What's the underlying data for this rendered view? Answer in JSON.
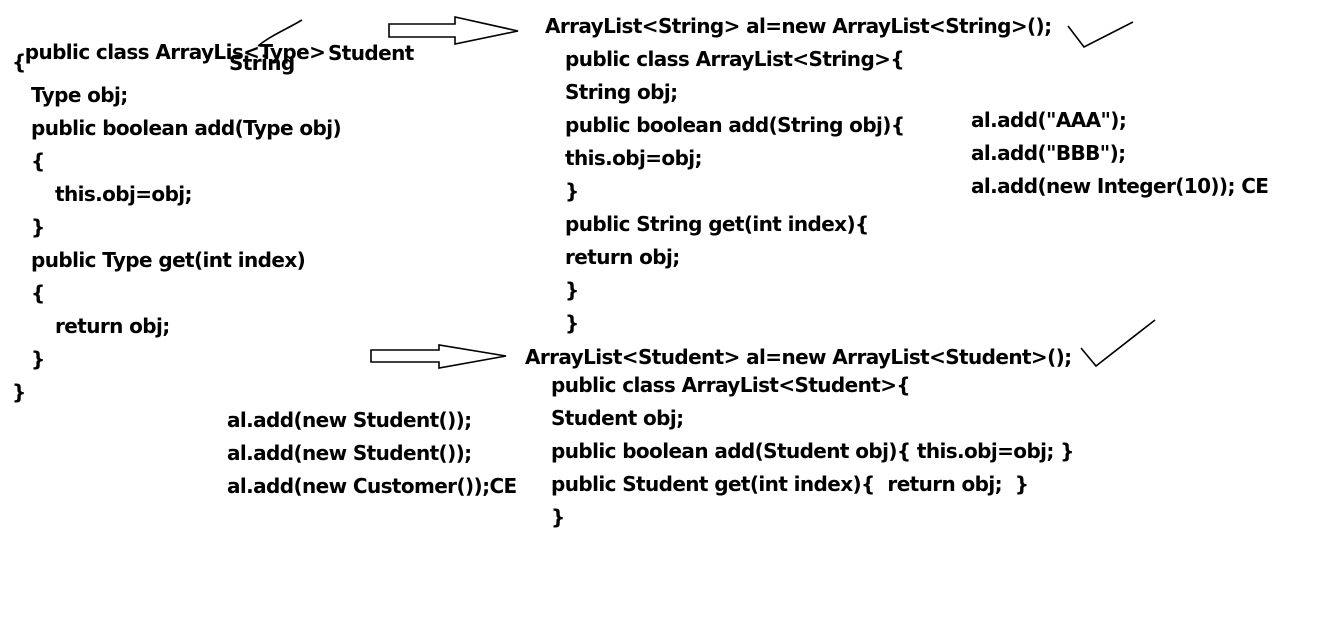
{
  "left_code": {
    "class_decl_prefix": "public class ArrayLis<",
    "type_param": "Type",
    "class_decl_suffix": ">",
    "brace_open": "{",
    "field": "Type obj;",
    "add_sig": "public boolean add(Type obj)",
    "add_open": "{",
    "add_body": "this.obj=obj;",
    "add_close": "}",
    "get_sig": "public Type get(int index)",
    "get_open": "{",
    "get_body": "return obj;",
    "get_close": "}",
    "brace_close": "}"
  },
  "substitutions": {
    "string": "String",
    "student": "Student"
  },
  "string_block": {
    "decl": "ArrayList<String> al=new ArrayList<String>();",
    "lines": [
      "public class ArrayList<String>{",
      "String obj;",
      "public boolean add(String obj){",
      "this.obj=obj;",
      "}",
      "public String get(int index){",
      "return obj;",
      "}",
      "}"
    ],
    "calls": [
      "al.add(\"AAA\");",
      "al.add(\"BBB\");",
      "al.add(new Integer(10)); CE"
    ]
  },
  "student_block": {
    "decl": "ArrayList<Student> al=new ArrayList<Student>();",
    "lines": [
      "public class ArrayList<Student>{",
      "Student obj;",
      "public boolean add(Student obj){ this.obj=obj; }",
      "public Student get(int index){  return obj;  }",
      "}"
    ],
    "calls": [
      "al.add(new Student());",
      "al.add(new Student());",
      "al.add(new Customer());CE"
    ]
  }
}
